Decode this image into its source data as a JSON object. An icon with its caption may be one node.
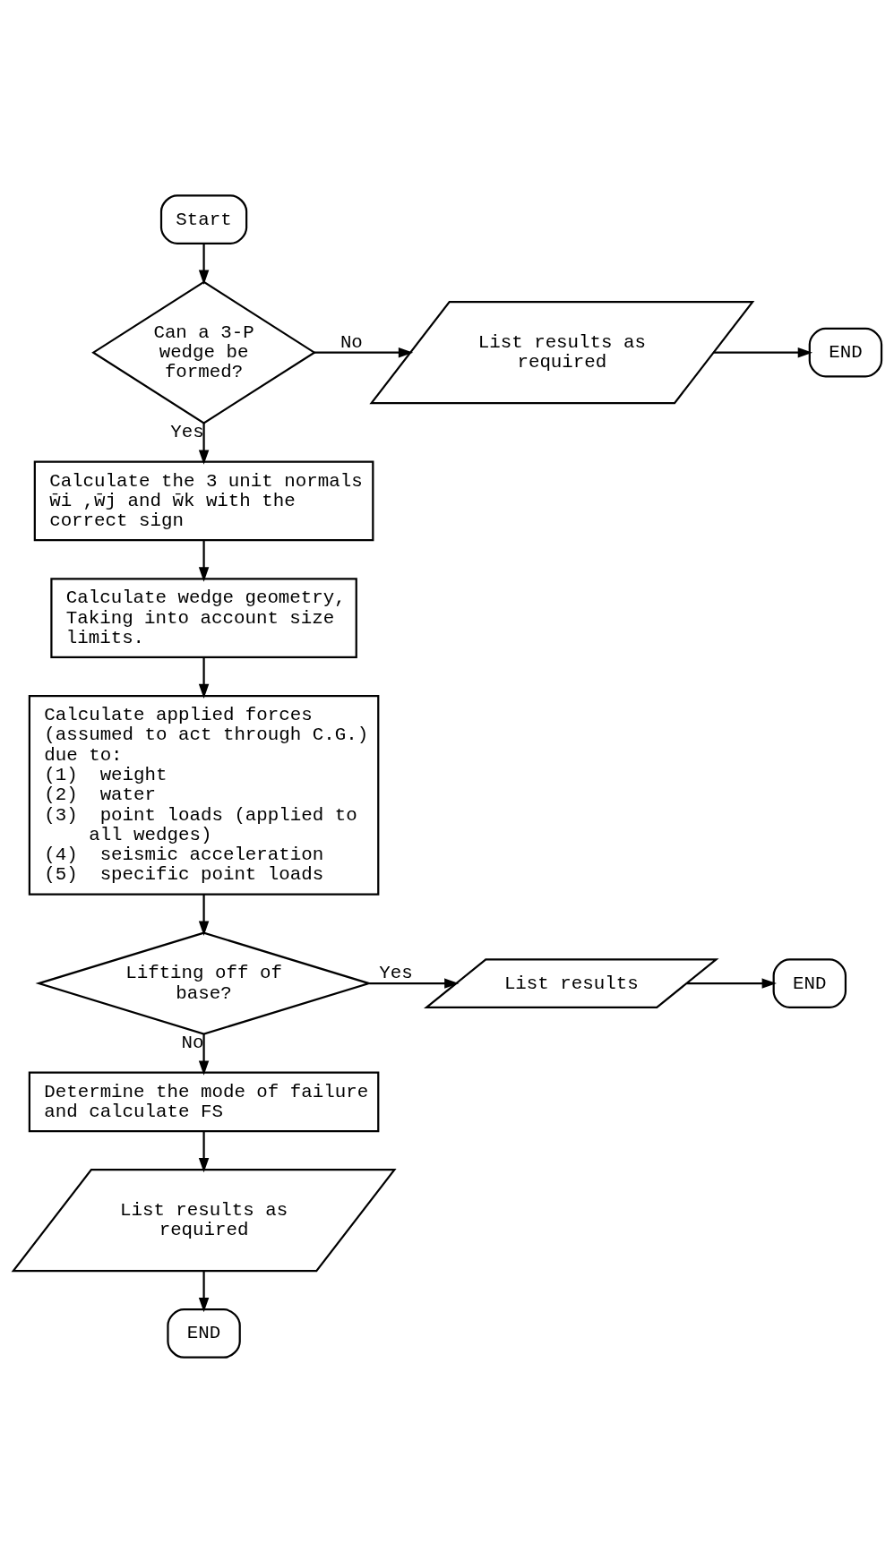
{
  "diagram": {
    "nodes": [
      {
        "text": [
          "Start"
        ]
      },
      {
        "text": [
          "Can a 3-P wedge be formed?"
        ]
      },
      {
        "text": [
          "List results as required"
        ]
      },
      {
        "text": [
          "END"
        ]
      },
      {
        "text": [
          "Calculate the 3 unit normals w̄i ,w̄j and w̄k with the correct sign"
        ]
      },
      {
        "text": [
          "Calculate wedge geometry, Taking into account size limits."
        ]
      },
      {
        "text": [
          "Calculate applied forces (assumed to act through C.G.) due to:",
          "(1)  weight",
          "(2)  water",
          "(3)  point loads (applied to all wedges)",
          "(4)  seismic acceleration",
          "(5)  specific point loads"
        ]
      },
      {
        "text": [
          "Lifting off of base?"
        ]
      },
      {
        "text": [
          "List results"
        ]
      },
      {
        "text": [
          "END"
        ]
      },
      {
        "text": [
          "Determine the mode of failure and calculate FS"
        ]
      },
      {
        "text": [
          "List results as required"
        ]
      },
      {
        "text": [
          "END"
        ]
      }
    ],
    "edges": [
      {
        "from": 0,
        "to": 1,
        "arrow": "to"
      },
      {
        "from": 1,
        "to": 2,
        "arrow": "to",
        "label": "No"
      },
      {
        "from": 2,
        "to": 3,
        "arrow": "to"
      },
      {
        "from": 1,
        "to": 4,
        "arrow": "to",
        "label": "Yes"
      },
      {
        "from": 4,
        "to": 5,
        "arrow": "to"
      },
      {
        "from": 5,
        "to": 6,
        "arrow": "to"
      },
      {
        "from": 6,
        "to": 7,
        "arrow": "to"
      },
      {
        "from": 7,
        "to": 8,
        "arrow": "to",
        "label": "Yes"
      },
      {
        "from": 8,
        "to": 9,
        "arrow": "to"
      },
      {
        "from": 7,
        "to": 10,
        "arrow": "to",
        "label": "No"
      },
      {
        "from": 10,
        "to": 11,
        "arrow": "to"
      },
      {
        "from": 11,
        "to": 12,
        "arrow": "to"
      }
    ]
  }
}
